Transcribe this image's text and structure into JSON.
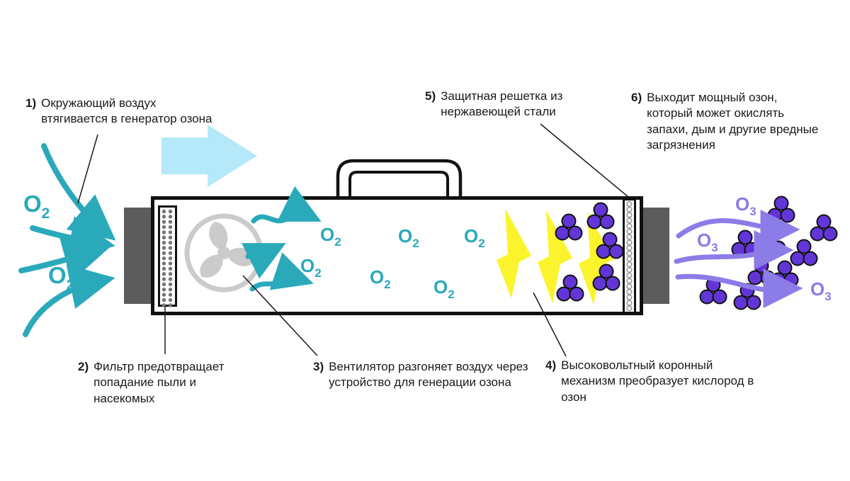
{
  "annotations": {
    "a1": {
      "num": "1)",
      "text": "Окружающий воздух втягивается в генератор озона"
    },
    "a2": {
      "num": "2)",
      "text": "Фильтр предотвращает попадание пыли и насекомых"
    },
    "a3": {
      "num": "3)",
      "text": "Вентилятор разгоняет воздух через устройство для генерации озона"
    },
    "a4": {
      "num": "4)",
      "text": "Высоковольтный коронный механизм преобразует кислород в озон"
    },
    "a5": {
      "num": "5)",
      "text": "Защитная решетка из нержавеющей стали"
    },
    "a6": {
      "num": "6)",
      "text": "Выходит мощный озон, который может окислять запахи, дым и другие вредные загрязнения"
    }
  },
  "formulas": {
    "o2_base": "O",
    "o2_sub": "2",
    "o3_base": "O",
    "o3_sub": "3"
  },
  "colors": {
    "teal": "#2AA9BB",
    "light_blue": "#B5E8F8",
    "yellow": "#FBF42C",
    "purple_molecule": "#6236D6",
    "purple_flow": "#8C7CE8",
    "fan_gray": "#CBCBCB",
    "cap_gray": "#5C5C5C",
    "line_black": "#1a1a1a"
  }
}
